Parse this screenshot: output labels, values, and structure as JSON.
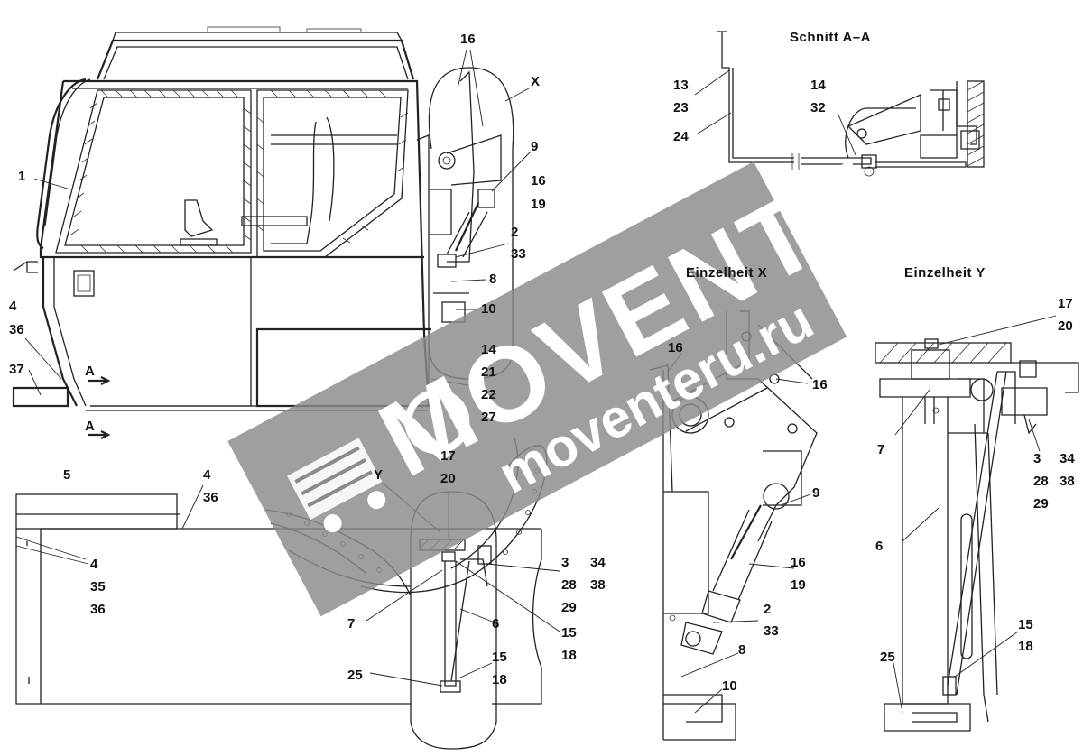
{
  "titles": {
    "section_aa": "Schnitt  A–A",
    "detail_x": "Einzelheit  X",
    "detail_y": "Einzelheit  Y"
  },
  "watermark": {
    "brand": "MOVENTE",
    "url": "moventeru.ru",
    "color": "#8a8a8a"
  },
  "labels": {
    "main": {
      "l16": "16",
      "lX": "X",
      "l9": "9",
      "l16b": "16",
      "l19": "19",
      "l2": "2",
      "l33": "33",
      "l8": "8",
      "l10": "10",
      "l14": "14",
      "l21": "21",
      "l22": "22",
      "l27": "27",
      "l1": "1",
      "l4": "4",
      "l36": "36",
      "l37": "37",
      "lA1": "A",
      "lA2": "A"
    },
    "section": {
      "l13": "13",
      "l23": "23",
      "l24": "24",
      "l14": "14",
      "l32": "32"
    },
    "top_view": {
      "l5": "5",
      "l4": "4",
      "l36": "36",
      "l4b": "4",
      "l35": "35",
      "l36b": "36",
      "lY": "Y",
      "l17": "17",
      "l20": "20",
      "l3": "3",
      "l34": "34",
      "l28": "28",
      "l38": "38",
      "l29": "29",
      "l7": "7",
      "l6": "6",
      "l15": "15",
      "l18": "18",
      "l15b": "15",
      "l18b": "18",
      "l25": "25"
    },
    "detail_x": {
      "l16a": "16",
      "l16b": "16",
      "l9": "9",
      "l16c": "16",
      "l19": "19",
      "l2": "2",
      "l33": "33",
      "l8": "8",
      "l10": "10"
    },
    "detail_y": {
      "l17": "17",
      "l20": "20",
      "l7": "7",
      "l3": "3",
      "l34": "34",
      "l28": "28",
      "l38": "38",
      "l29": "29",
      "l6": "6",
      "l15": "15",
      "l18": "18",
      "l25": "25"
    }
  }
}
